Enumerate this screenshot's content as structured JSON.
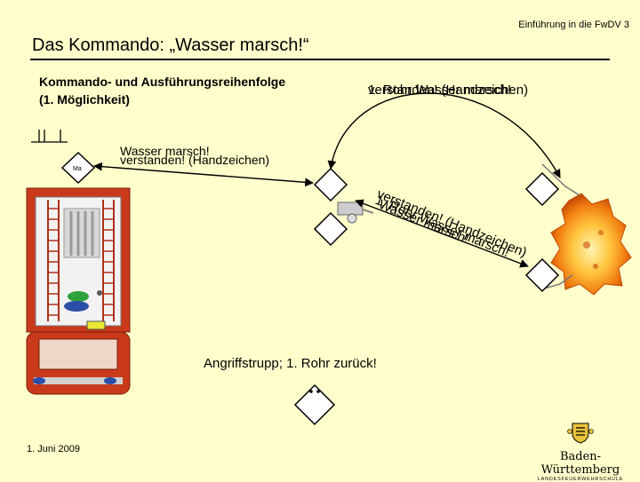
{
  "header": {
    "course": "Einführung in die FwDV 3"
  },
  "slide": {
    "title": "Das Kommando: „Wasser marsch!“",
    "subtitle_line1": "Kommando- und Ausführungsreihenfolge",
    "subtitle_line2": "(1. Möglichkeit)"
  },
  "commands": {
    "c1_a": "1. Rohr Wasser marsch!",
    "c1_b": "verstanden! (Handzeichen)",
    "c2_a": "Wasser marsch!",
    "c2_b": "verstanden! (Handzeichen)",
    "c3_a": "verstanden! (Handzeichen)",
    "c3_b": "1. Rohr Wasser marsch!",
    "c3_c": "Wasser marsch!",
    "c4": "Angriffstrupp; 1. Rohr zurück!"
  },
  "symbols": {
    "machinist_label": "Ma"
  },
  "footer": {
    "date": "1. Juni 2009",
    "logo_name": "Baden-Württemberg",
    "logo_sub": "LANDESFEUERWEHRSCHULE"
  },
  "icons": [
    "crest-icon",
    "fire-icon",
    "hydrant-icon",
    "fire-truck-icon"
  ],
  "colors": {
    "background": "#ffffcc",
    "truck_red": "#c93a1a",
    "fire_orange": "#f07a10"
  }
}
